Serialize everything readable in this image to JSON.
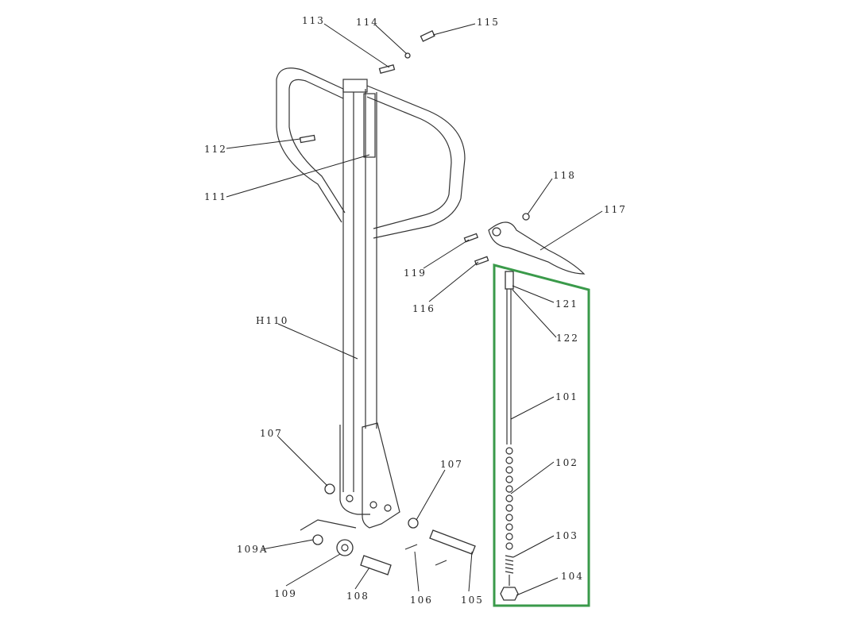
{
  "diagram": {
    "highlight_color": "#3a9a4a",
    "labels": {
      "p113": "113",
      "p114": "114",
      "p115": "115",
      "p112": "112",
      "p111": "111",
      "p118": "118",
      "p117": "117",
      "p119": "119",
      "p116": "116",
      "p121": "121",
      "p122": "122",
      "pH110": "H110",
      "p101": "101",
      "p107a": "107",
      "p107b": "107",
      "p102": "102",
      "p103": "103",
      "p104": "104",
      "p109A": "109A",
      "p109": "109",
      "p108": "108",
      "p106": "106",
      "p105": "105"
    }
  }
}
